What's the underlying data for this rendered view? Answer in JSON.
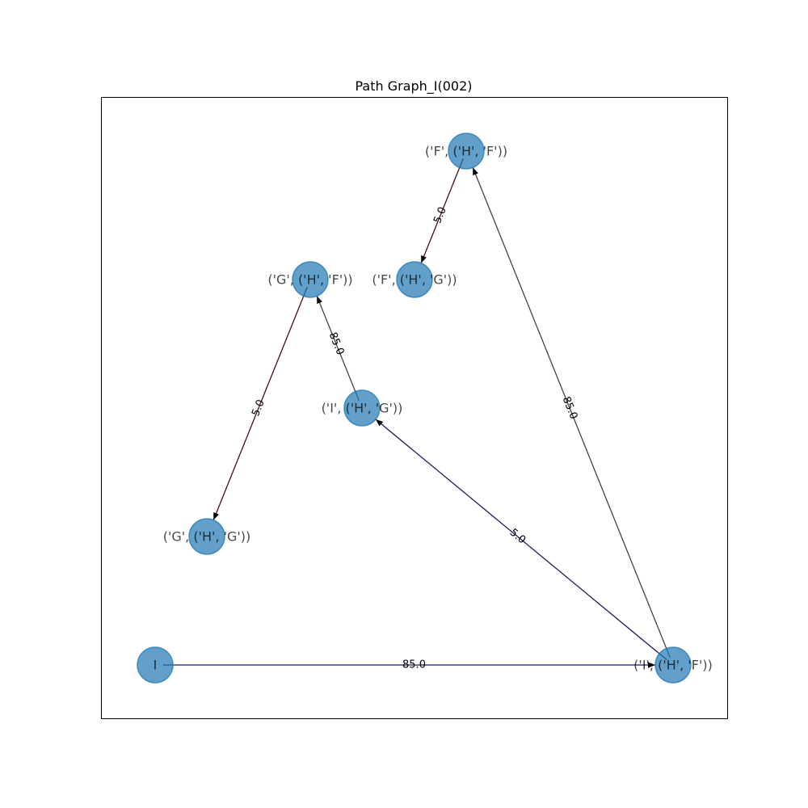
{
  "title": "Path Graph_I(002)",
  "colors": {
    "node": "#1f77b4",
    "edge_navy": "#1a1a66",
    "edge_gray": "#444444",
    "edge_darkred": "#4a1010"
  },
  "nodes": [
    {
      "id": "I",
      "label": "I"
    },
    {
      "id": "I_HF",
      "label": "('I', ('H', 'F'))"
    },
    {
      "id": "I_HG",
      "label": "('I', ('H', 'G'))"
    },
    {
      "id": "F_HF",
      "label": "('F', ('H', 'F'))"
    },
    {
      "id": "F_HG",
      "label": "('F', ('H', 'G'))"
    },
    {
      "id": "G_HF",
      "label": "('G', ('H', 'F'))"
    },
    {
      "id": "G_HG",
      "label": "('G', ('H', 'G'))"
    }
  ],
  "edges": [
    {
      "from": "I",
      "to": "I_HF",
      "label": "85.0",
      "color": "#1a1a66"
    },
    {
      "from": "I_HF",
      "to": "I_HG",
      "label": "5.0",
      "color": "#1a1a66"
    },
    {
      "from": "I_HF",
      "to": "F_HF",
      "label": "85.0",
      "color": "#444444"
    },
    {
      "from": "I_HG",
      "to": "G_HF",
      "label": "85.0",
      "color": "#444444"
    },
    {
      "from": "G_HF",
      "to": "G_HG",
      "label": "5.0",
      "color": "#4a1010"
    },
    {
      "from": "F_HF",
      "to": "F_HG",
      "label": "5.0",
      "color": "#4a1010"
    }
  ]
}
